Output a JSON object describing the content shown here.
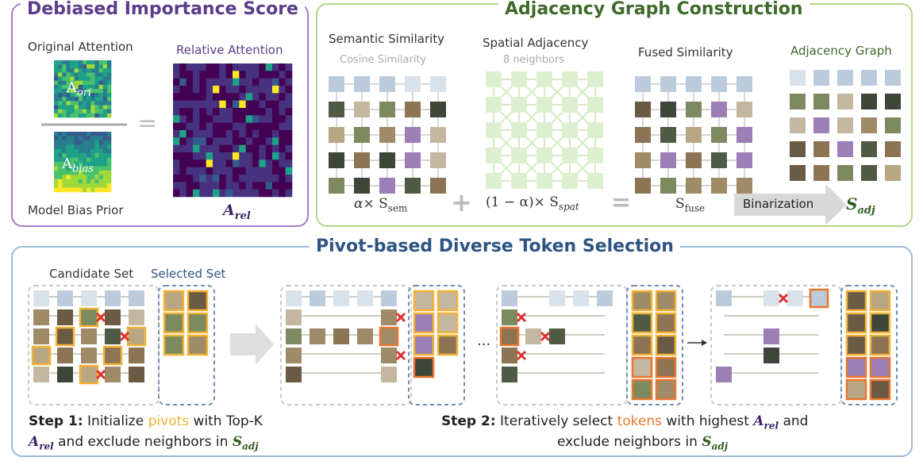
{
  "debias": {
    "title": "Debiased Importance Score",
    "original_label": "Original Attention",
    "bias_label": "Model Bias Prior",
    "relative_label": "Relative Attention",
    "a_ori": "A",
    "a_ori_sub": "ori",
    "a_bias": "A",
    "a_bias_sub": "bias",
    "a_rel": "A",
    "a_rel_sub": "rel",
    "equals": "="
  },
  "adjacency": {
    "title": "Adjacency Graph Construction",
    "semantic_label": "Semantic Similarity",
    "semantic_sub": "Cosine Similarity",
    "spatial_label": "Spatial Adjacency",
    "spatial_sub": "8 neighbors",
    "fused_label": "Fused Similarity",
    "graph_label": "Adjacency Graph",
    "sem_coef": "α×",
    "sem_sym": "S",
    "sem_sub": "sem",
    "spat_coef": "(1 − α)×",
    "spat_sym": "S",
    "spat_sub": "spat",
    "fuse_sym": "S",
    "fuse_sub": "fuse",
    "binarization": "Binarization",
    "adj_sym": "S",
    "adj_sub": "adj",
    "plus": "+",
    "eq": "="
  },
  "pivot": {
    "title": "Pivot-based Diverse Token Selection",
    "candidate_label": "Candidate Set",
    "selected_label": "Selected Set",
    "dots": "···",
    "step1_bold": "Step 1:",
    "step1_a": "Initialize",
    "step1_pivots": "pivots",
    "step1_b": "with Top-K",
    "step1_line2": "and exclude neighbors in",
    "step2_bold": "Step 2:",
    "step2_a": "Iteratively select",
    "step2_tokens": "tokens",
    "step2_b": "with highest",
    "step2_c": "and",
    "step2_line2": "exclude neighbors in",
    "sym_A": "A",
    "sub_rel": "rel",
    "sym_S": "S",
    "sub_adj": "adj"
  },
  "colors": {
    "purple_border": "#a97dcc",
    "green_border": "#b5d68b",
    "blue_border": "#9dbad6",
    "purple_title": "#5b3d8a",
    "green_title": "#3f6b2a",
    "blue_title": "#2e5482",
    "pivot_yellow": "#f2b233",
    "token_orange": "#e8762c",
    "cross_red": "#e0302f"
  }
}
